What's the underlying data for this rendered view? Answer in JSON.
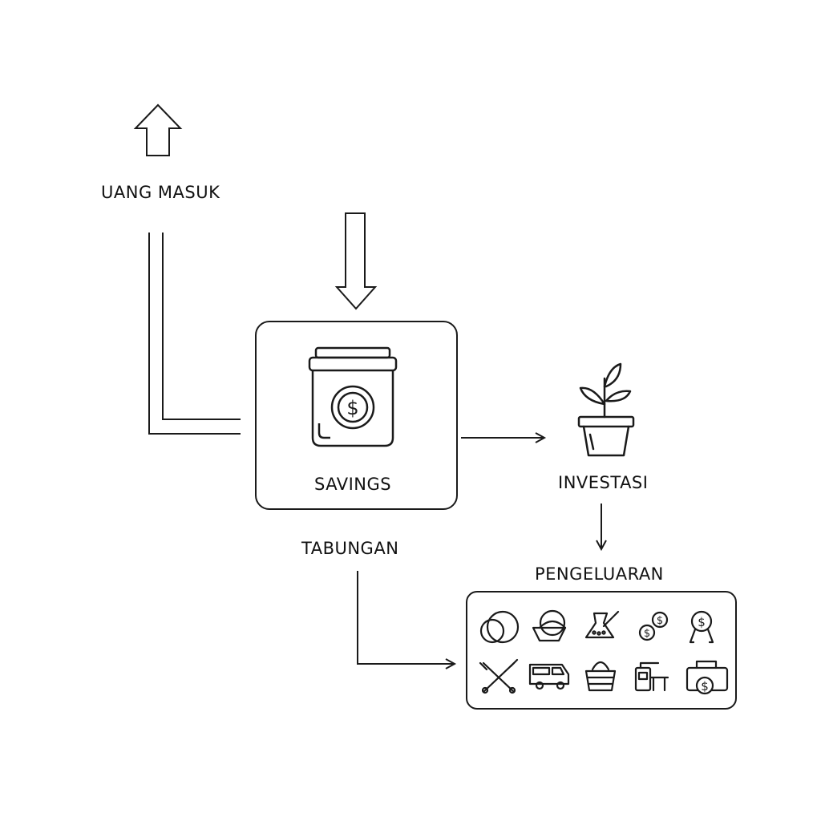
{
  "labels": {
    "uang_masuk": "UANG MASUK",
    "savings": "SAVINGS",
    "tabungan": "TABUNGAN",
    "investasi": "INVESTASI",
    "pengeluaran": "PENGELUARAN"
  },
  "icons": {
    "up_arrow": "up-arrow-icon",
    "down_arrow": "down-arrow-icon",
    "savings_jar": "savings-jar-icon",
    "plant": "plant-pot-icon",
    "expenses": [
      "coins-icon",
      "bowl-icon",
      "pot-icon",
      "money-coins-icon",
      "money-tag-icon",
      "utensils-icon",
      "van-icon",
      "basket-icon",
      "device-icon",
      "cash-register-icon"
    ]
  },
  "colors": {
    "line": "#1a1a1a",
    "background": "#ffffff"
  }
}
